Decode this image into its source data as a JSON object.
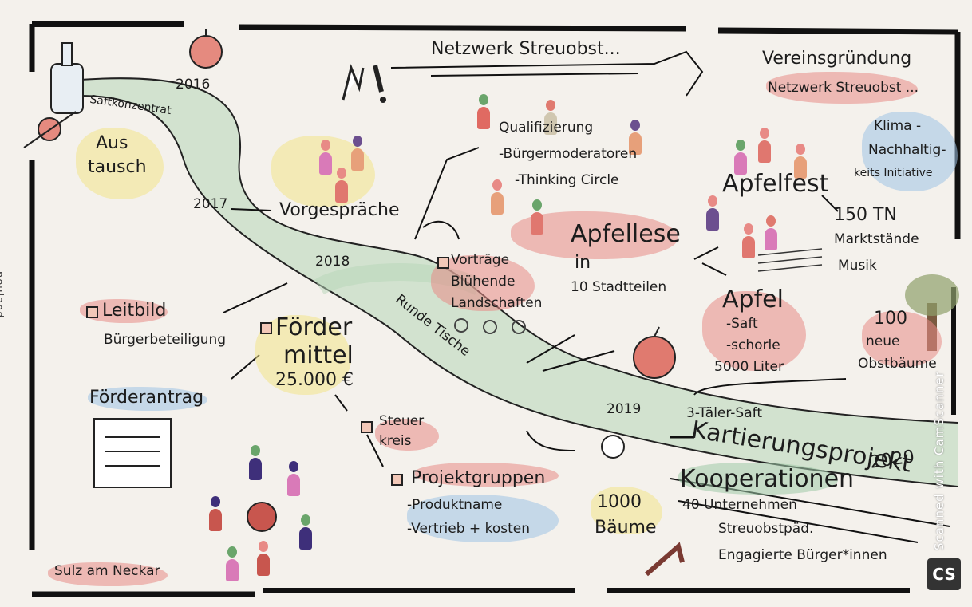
{
  "title": "Netzwerk Streuobst...",
  "top_right": {
    "line1": "Vereinsgründung",
    "line2": "Netzwerk Streuobst ..."
  },
  "climate": {
    "line1": "Klima -",
    "line2": "Nachhaltig-",
    "line3": "keits Initiative"
  },
  "years": {
    "y2016": "2016",
    "y2017": "2017",
    "y2018": "2018",
    "y2019": "2019",
    "y2020": "2020"
  },
  "saft": "Saftkonzentrat",
  "austausch": {
    "line1": "Aus",
    "line2": "tausch"
  },
  "vorgespraeche": "Vorgespräche",
  "qualifizierung": {
    "line1": "Qualifizierung",
    "line2": "-Bürgermoderatoren",
    "line3": "-Thinking Circle"
  },
  "apfelfest": {
    "title": "Apfelfest",
    "line1": "150 TN",
    "line2": "Marktstände",
    "line3": "Musik"
  },
  "apfellese": {
    "title": "Apfellese",
    "line1": "in",
    "line2": "10 Stadtteilen"
  },
  "vortraege": {
    "line1": "Vorträge",
    "line2": "Blühende",
    "line3": "Landschaften"
  },
  "apfel": {
    "title": "Apfel",
    "line1": "-Saft",
    "line2": "-schorle",
    "line3": "5000 Liter"
  },
  "obstbaeume": {
    "line1": "100",
    "line2": "neue",
    "line3": "Obstbäume"
  },
  "leitbild": {
    "line1": "Leitbild",
    "line2": "Bürgerbeteiligung"
  },
  "foerdermittel": {
    "line1": "Förder",
    "line2": "mittel",
    "line3": "25.000 €"
  },
  "runde_tische": "Runde Tische",
  "foerderantrag": "Förderantrag",
  "steuerkreis": {
    "line1": "Steuer",
    "line2": "kreis"
  },
  "projektgruppen": {
    "line1": "Projektgruppen",
    "line2": "-Produktname",
    "line3": "-Vertrieb + kosten"
  },
  "baeume": {
    "line1": "1000",
    "line2": "Bäume"
  },
  "drei_taeler": "3-Täler-Saft",
  "kartierung": "Kartierungsprojekt",
  "kooperationen": {
    "title": "Kooperationen",
    "line1": "40 Unternehmen",
    "line2": "Streuobstpäd.",
    "line3": "Engagierte Bürger*innen"
  },
  "location": "Sulz am Neckar",
  "logo_side": "neuland",
  "scanned": "Scanned with CamScanner",
  "cs_badge": "CS",
  "colors": {
    "river": "#9ec9a8",
    "accent_red": "#e88a86",
    "accent_blue": "#9fc2e6",
    "accent_yellow": "#f3e48a",
    "ink": "#1c1c1c"
  }
}
